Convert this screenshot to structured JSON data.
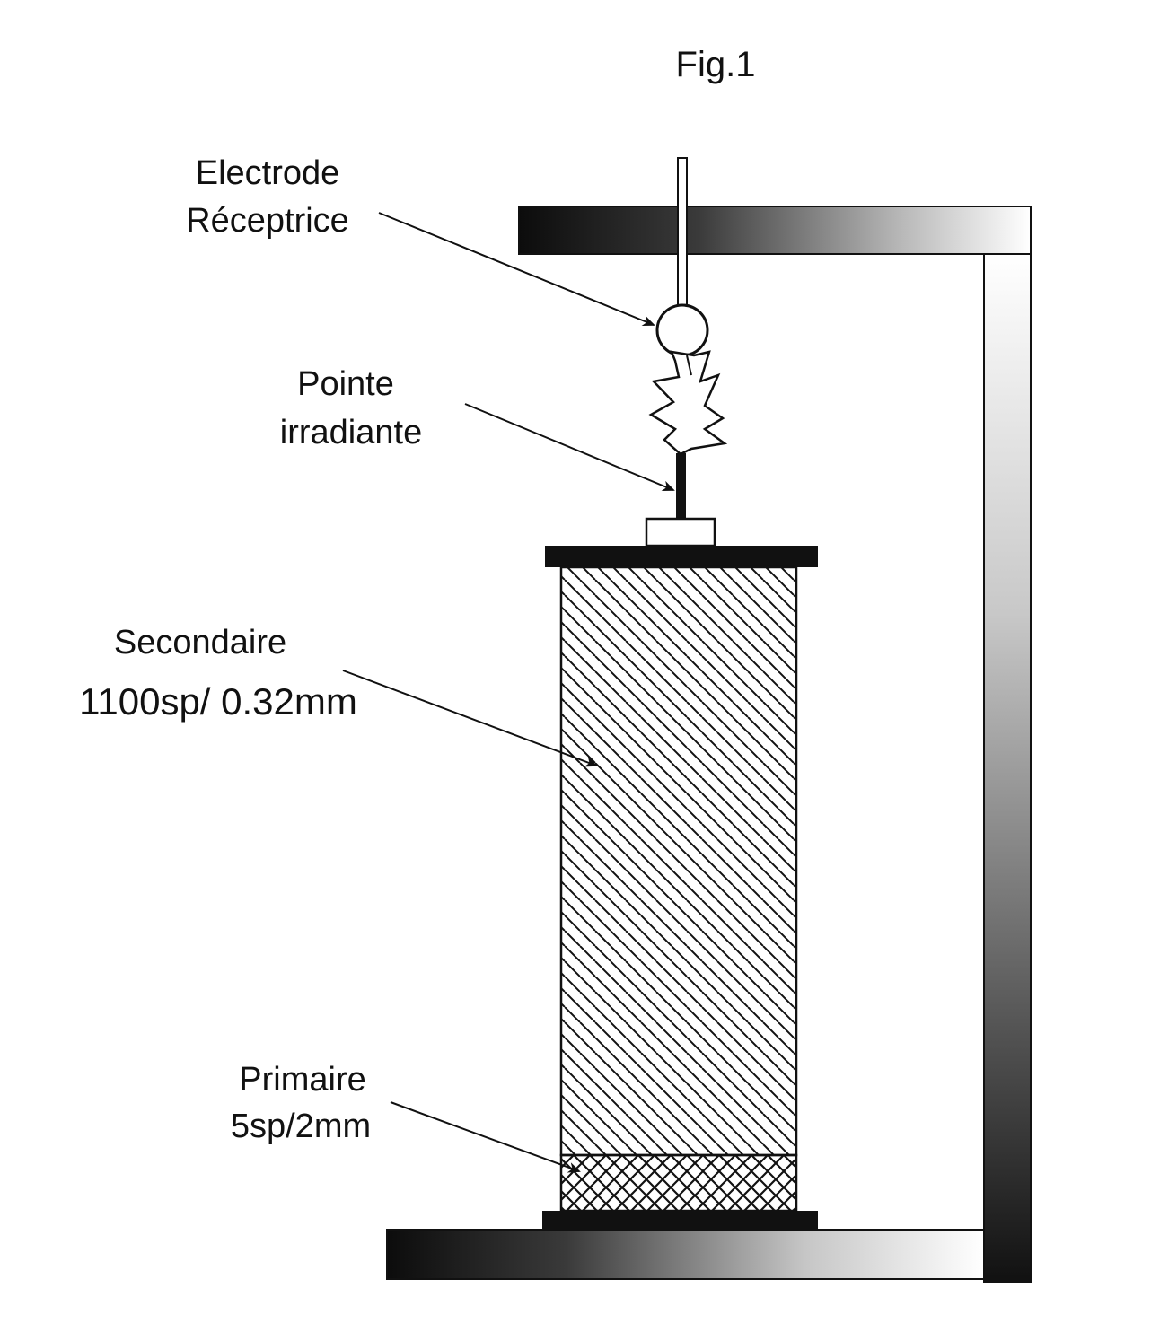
{
  "figure": {
    "title": "Fig.1"
  },
  "labels": {
    "electrode_line1": "Electrode",
    "electrode_line2": "Réceptrice",
    "pointe_line1": "Pointe",
    "pointe_line2": "irradiante",
    "secondaire_line1": "Secondaire",
    "secondaire_line2": "1100sp/ 0.32mm",
    "primaire_line1": "Primaire",
    "primaire_line2": "5sp/2mm"
  }
}
